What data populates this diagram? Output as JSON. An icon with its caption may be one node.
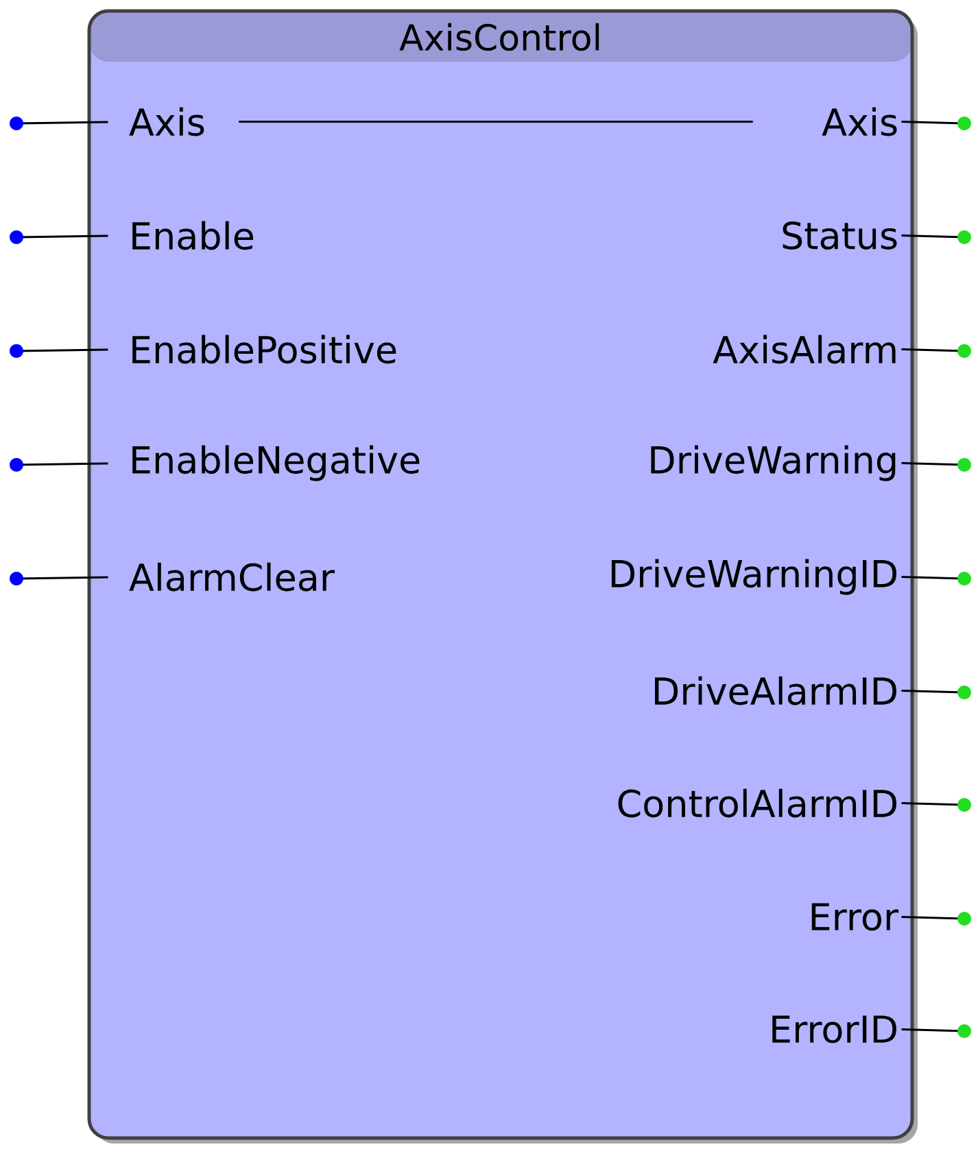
{
  "diagram": {
    "nodes": [
      {
        "text": [
          "AxisControl"
        ]
      },
      {
        "text": [
          "Axis"
        ],
        "in": 0
      },
      {
        "text": [
          "Enable"
        ],
        "in": 0
      },
      {
        "text": [
          "EnablePositive"
        ],
        "in": 0
      },
      {
        "text": [
          "EnableNegative"
        ],
        "in": 0
      },
      {
        "text": [
          "AlarmClear"
        ],
        "in": 0
      },
      {
        "text": [
          "Axis"
        ],
        "in": 0
      },
      {
        "text": [
          "Status"
        ],
        "in": 0
      },
      {
        "text": [
          "AxisAlarm"
        ],
        "in": 0
      },
      {
        "text": [
          "DriveWarning"
        ],
        "in": 0
      },
      {
        "text": [
          "DriveWarningID"
        ],
        "in": 0
      },
      {
        "text": [
          "DriveAlarmID"
        ],
        "in": 0
      },
      {
        "text": [
          "ControlAlarmID"
        ],
        "in": 0
      },
      {
        "text": [
          "Error"
        ],
        "in": 0
      },
      {
        "text": [
          "ErrorID"
        ],
        "in": 0
      }
    ],
    "edges": [
      {
        "from": 1,
        "to": 6,
        "arrow": "none"
      },
      {
        "from": null,
        "to": 1,
        "arrow": "other"
      },
      {
        "from": null,
        "to": 2,
        "arrow": "other"
      },
      {
        "from": null,
        "to": 3,
        "arrow": "other"
      },
      {
        "from": null,
        "to": 4,
        "arrow": "other"
      },
      {
        "from": null,
        "to": 5,
        "arrow": "other"
      },
      {
        "from": 6,
        "to": null,
        "arrow": "other"
      },
      {
        "from": 7,
        "to": null,
        "arrow": "other"
      },
      {
        "from": 8,
        "to": null,
        "arrow": "other"
      },
      {
        "from": 9,
        "to": null,
        "arrow": "other"
      },
      {
        "from": 10,
        "to": null,
        "arrow": "other"
      },
      {
        "from": 11,
        "to": null,
        "arrow": "other"
      },
      {
        "from": 12,
        "to": null,
        "arrow": "other"
      },
      {
        "from": 13,
        "to": null,
        "arrow": "other"
      },
      {
        "from": 14,
        "to": null,
        "arrow": "other"
      }
    ]
  }
}
